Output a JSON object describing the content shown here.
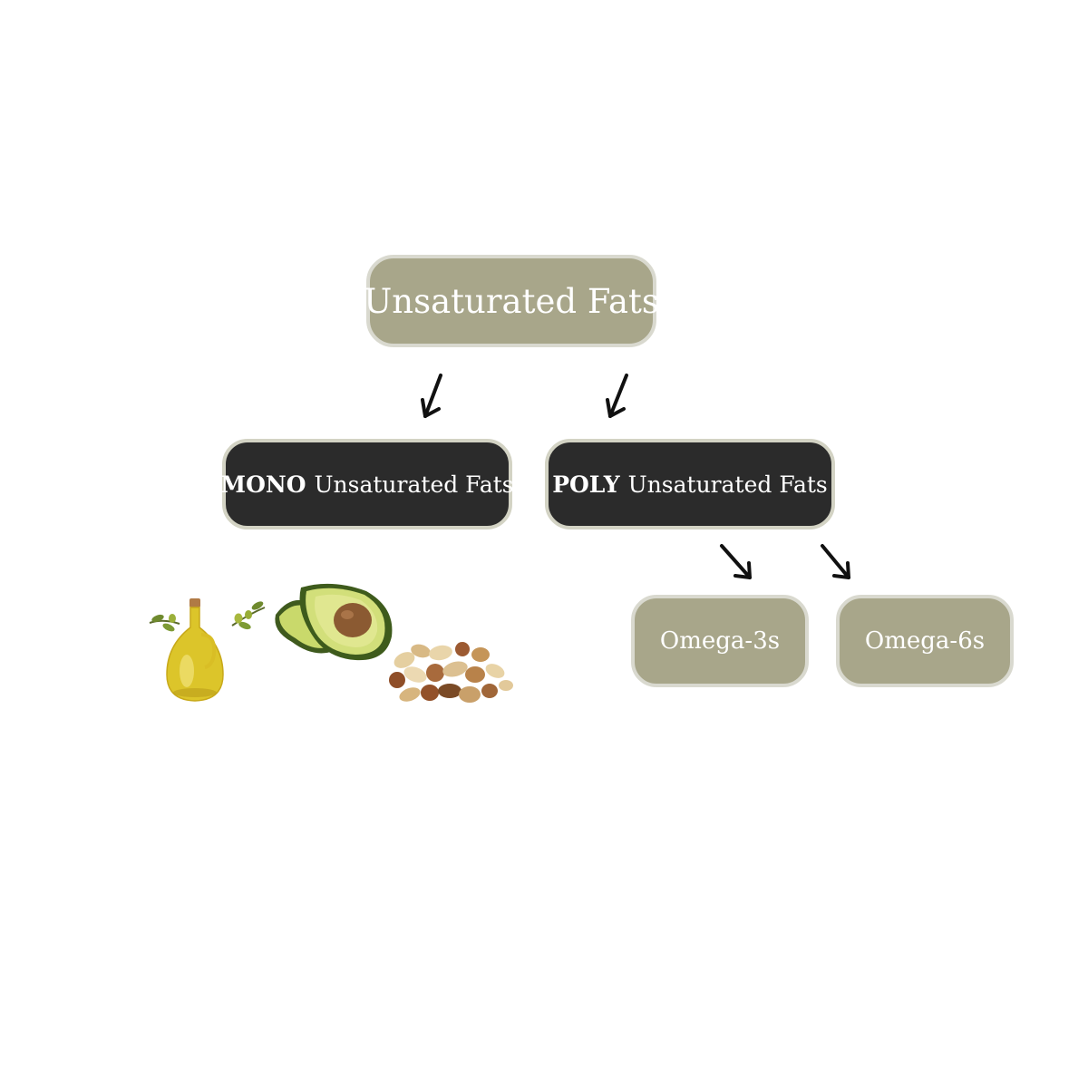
{
  "root": {
    "label": "Unsaturated Fats"
  },
  "mono": {
    "emphasis": "MONO",
    "rest": "Unsaturated Fats"
  },
  "poly": {
    "emphasis": "POLY",
    "rest": "Unsaturated Fats"
  },
  "omega3": {
    "label": "Omega-3s"
  },
  "omega6": {
    "label": "Omega-6s"
  },
  "foods": [
    "olive-oil",
    "avocado",
    "nuts"
  ],
  "colors": {
    "olive": "#a8a68a",
    "dark": "#2b2b2b",
    "border": "#d9d9cf",
    "arrow": "#111111"
  }
}
